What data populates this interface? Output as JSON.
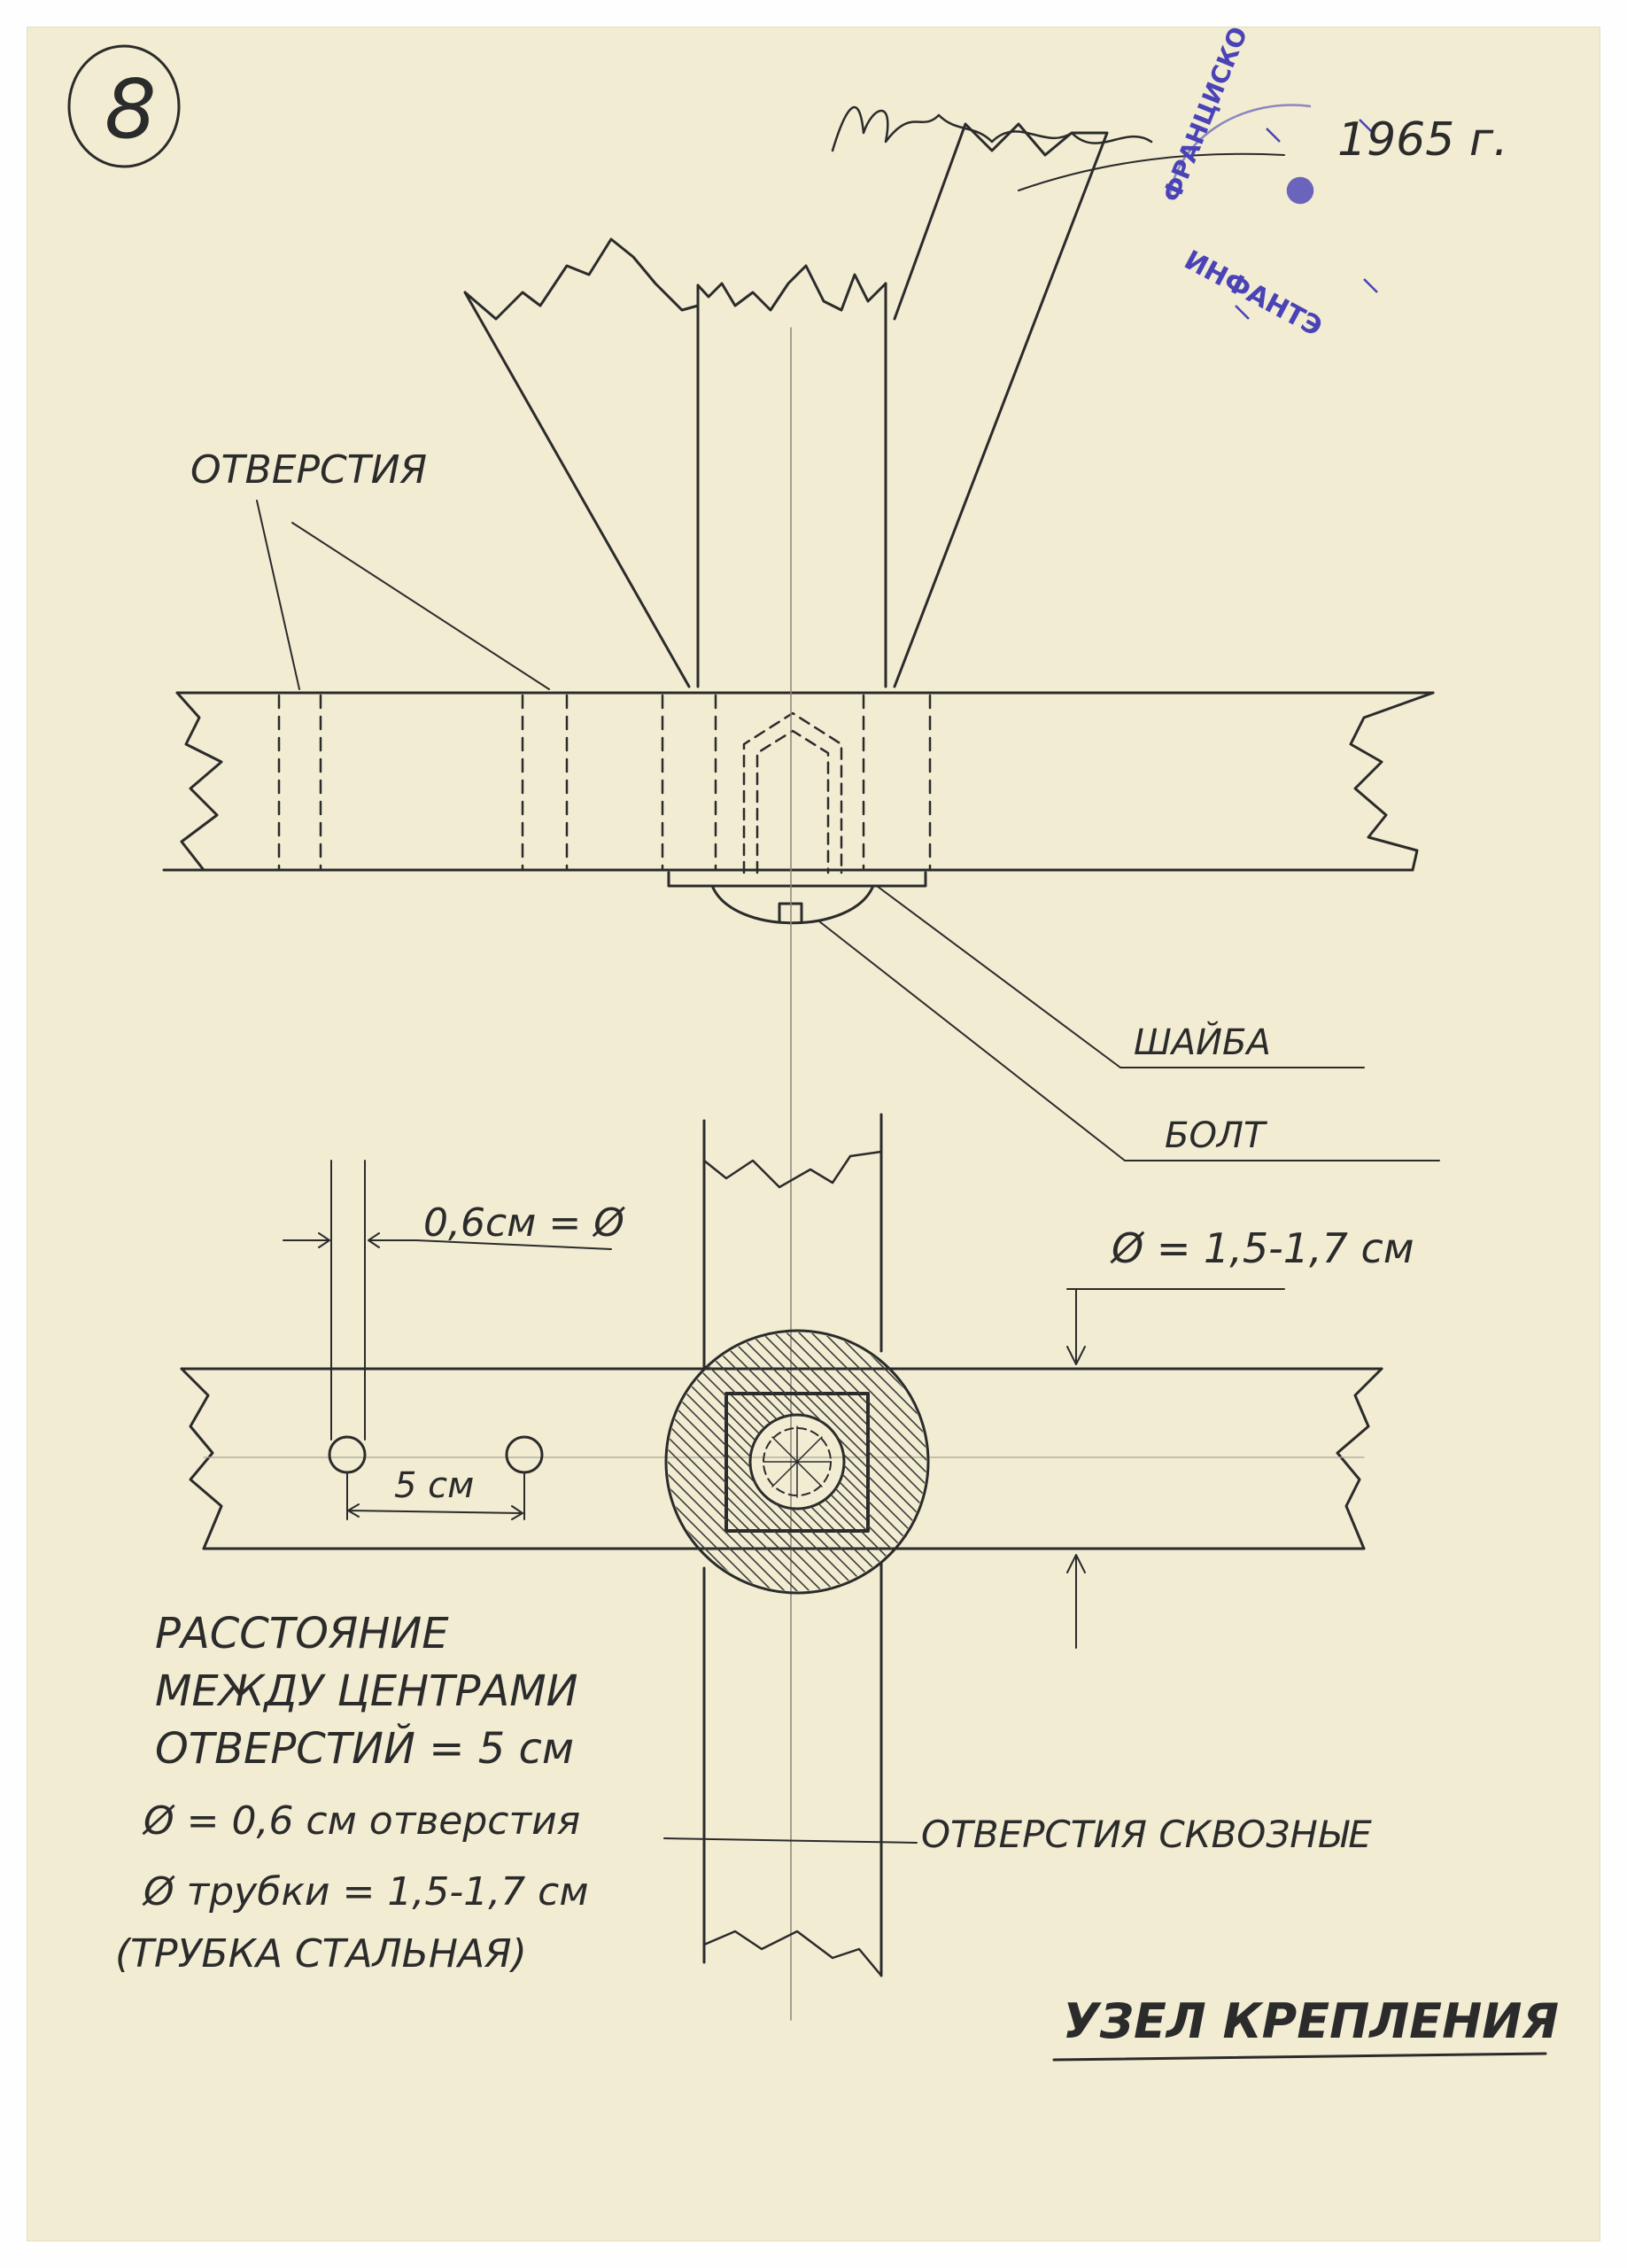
{
  "page_number": "8",
  "year": "1965 г.",
  "stamp": {
    "text_upper": "ФРАНЦИСКО",
    "text_lower": "ИНФАНТЭ",
    "color": "#4a43b8"
  },
  "labels": {
    "holes_top": "ОТВЕРСТИЯ",
    "washer": "ШАЙБА",
    "bolt": "БОЛТ",
    "hole_diameter": "0,6см = Ø",
    "tube_diameter": "Ø = 1,5-1,7 см",
    "spacing": "5 см",
    "through_holes": "ОТВЕРСТИЯ СКВОЗНЫЕ",
    "title": "УЗЕЛ КРЕПЛЕНИЯ"
  },
  "notes": [
    "РАССТОЯНИЕ",
    "МЕЖДУ ЦЕНТРАМИ",
    "ОТВЕРСТИЙ = 5 см",
    "Ø = 0,6 см отверстия",
    "Ø трубки = 1,5-1,7 см",
    "(ТРУБКА СТАЛЬНАЯ)"
  ],
  "colors": {
    "paper": "#f1ecd2",
    "pencil": "#2b2b2b",
    "stamp": "#4a43b8"
  }
}
